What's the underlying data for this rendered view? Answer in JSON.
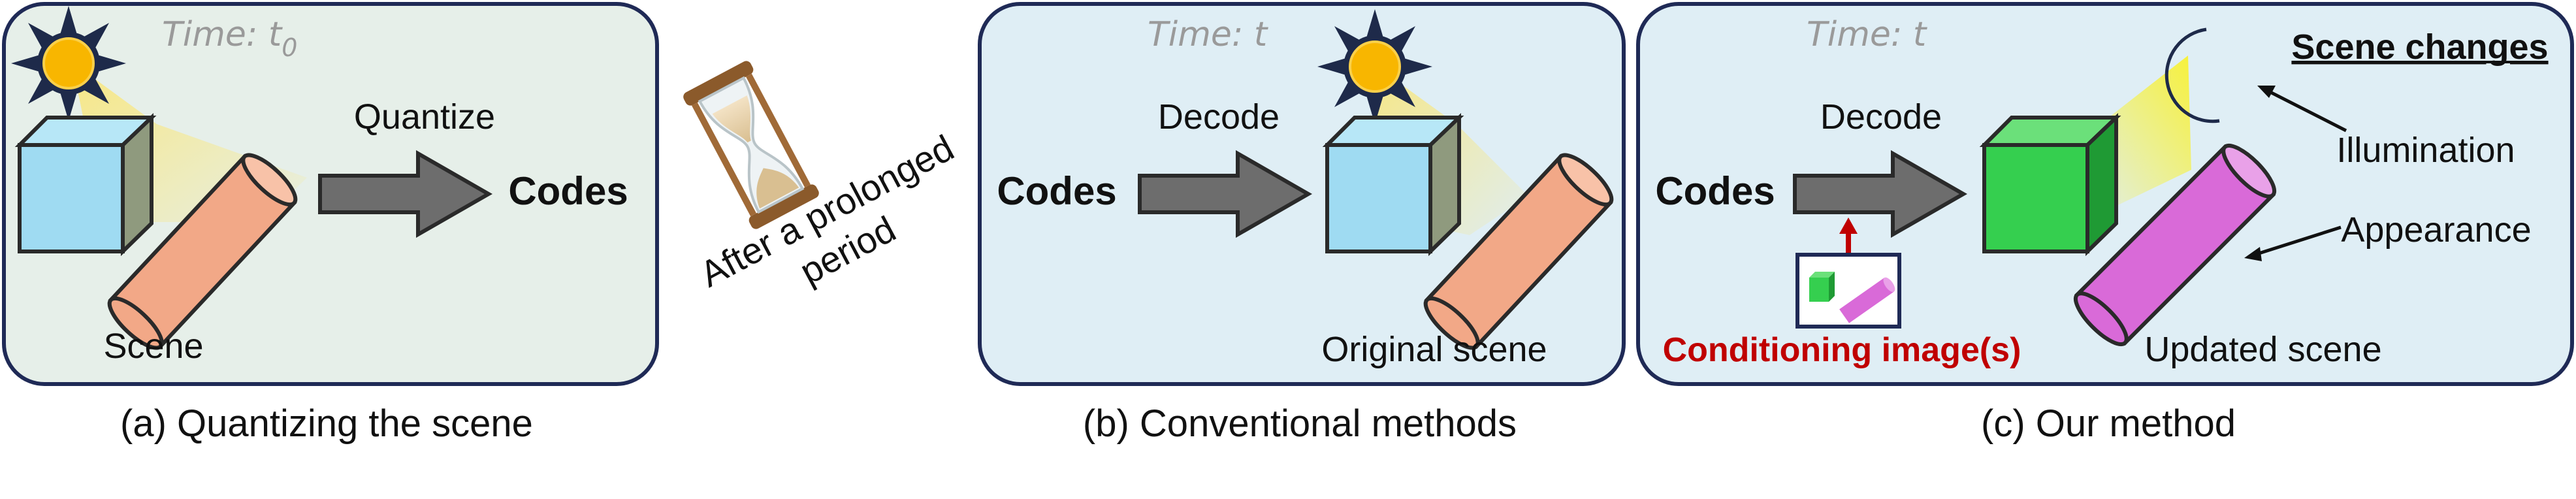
{
  "colors": {
    "panel_a_fill": "#e6efe9",
    "panel_b_fill": "#dfeef5",
    "panel_c_fill": "#dfeef5",
    "panel_border": "#1f2a56",
    "time_text": "#9a9a9a",
    "arrow_fill": "#6d6d6d",
    "cube_blue": "#9fdbf2",
    "cube_green": "#35cf4f",
    "cylinder_orange": "#f2a887",
    "cylinder_magenta": "#d96ad8",
    "sun_core": "#f8b600",
    "moon": "#f7e400",
    "highlight_red": "#c00000"
  },
  "panel_a": {
    "time_label": "Time: t",
    "time_subscript": "0",
    "quantize_label": "Quantize",
    "codes_label": "Codes",
    "scene_label": "Scene",
    "caption": "(a) Quantizing the scene",
    "icons": [
      "sun-icon",
      "cube-icon",
      "cylinder-icon",
      "arrow-icon"
    ]
  },
  "middle": {
    "note_line1": "After a prolonged",
    "note_line2": "period",
    "icon": "hourglass-icon"
  },
  "panel_b": {
    "time_label": "Time: t",
    "decode_label": "Decode",
    "codes_label": "Codes",
    "scene_label": "Original scene",
    "caption": "(b) Conventional methods"
  },
  "panel_c": {
    "time_label": "Time: t",
    "decode_label": "Decode",
    "codes_label": "Codes",
    "scene_changes_label": "Scene changes",
    "illumination_label": "Illumination",
    "appearance_label": "Appearance",
    "conditioning_label": "Conditioning image(s)",
    "scene_label": "Updated scene",
    "caption": "(c) Our method",
    "icons": [
      "moon-icon",
      "cube-icon",
      "cylinder-icon",
      "image-thumbnail-icon"
    ]
  }
}
